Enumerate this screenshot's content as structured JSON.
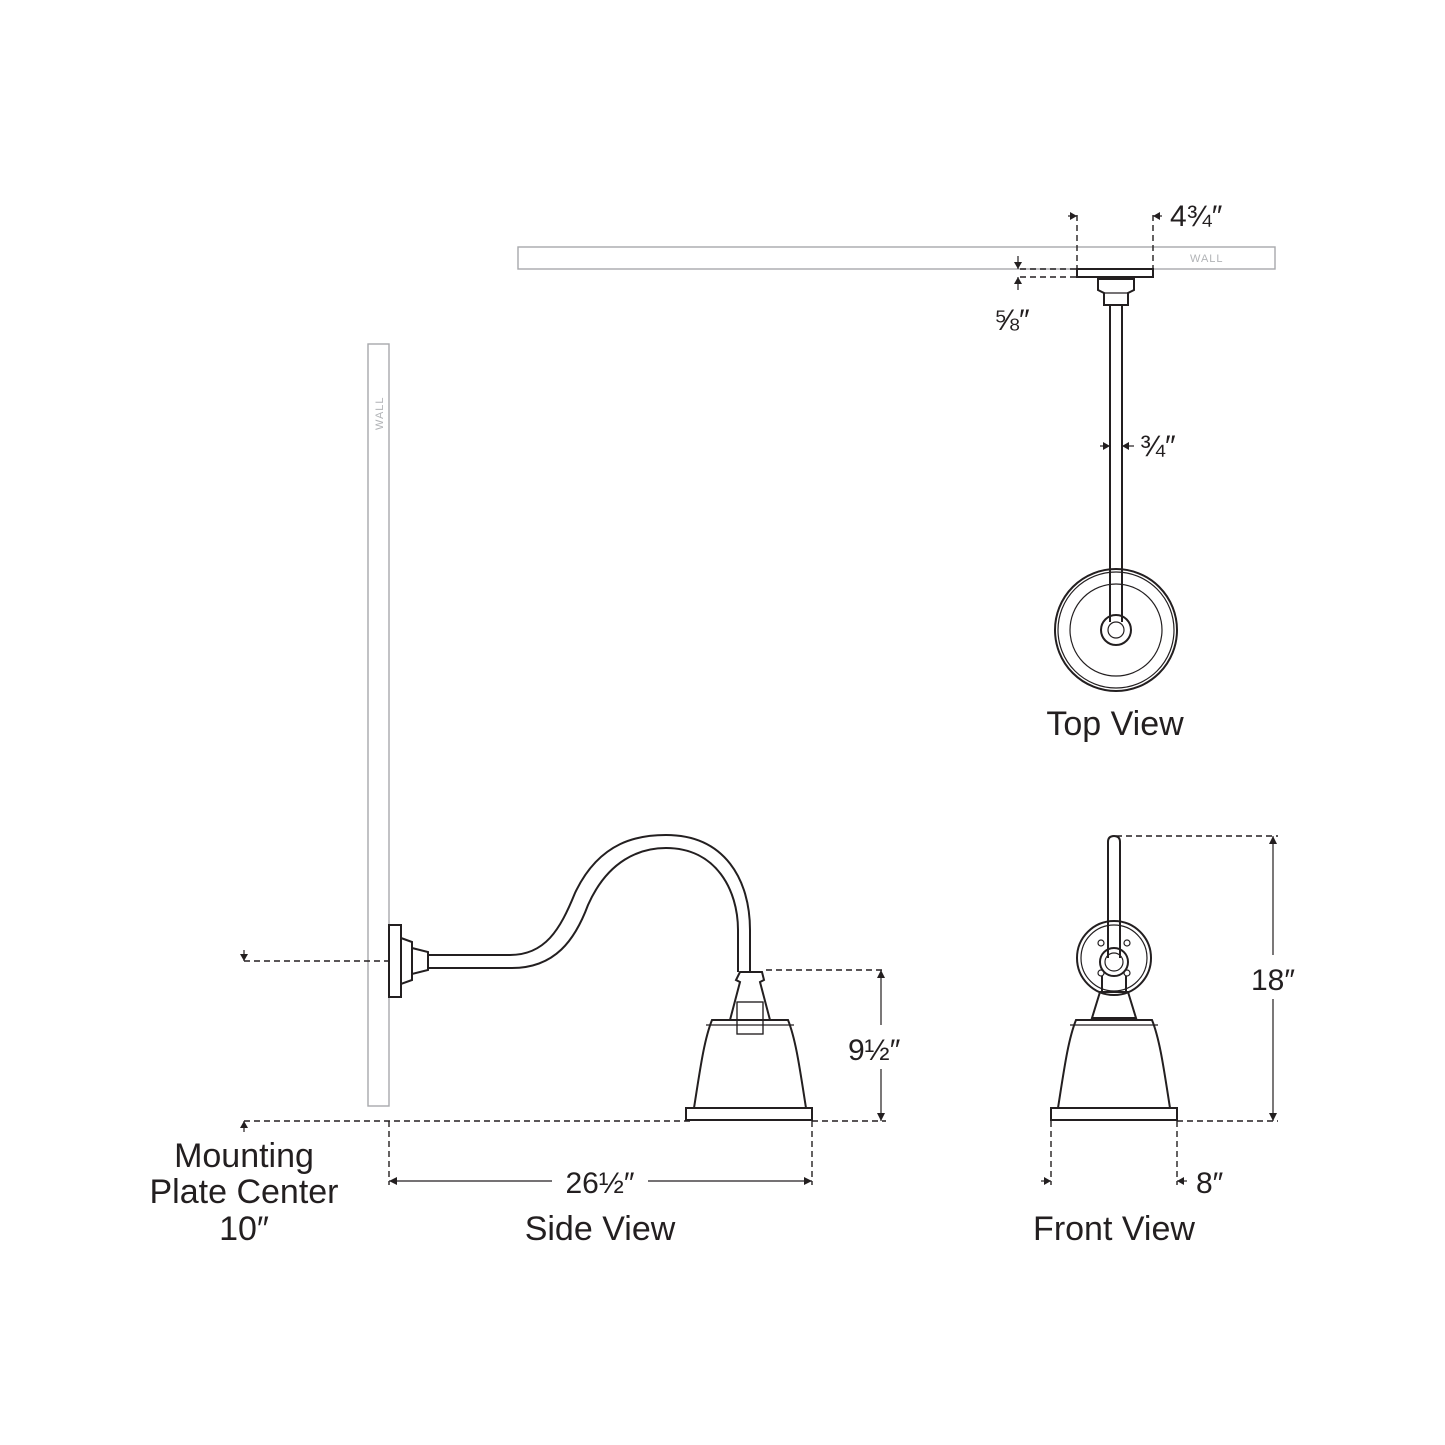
{
  "views": {
    "top": "Top View",
    "side": "Side View",
    "front": "Front View"
  },
  "wall_label": "WALL",
  "dimensions": {
    "top_backplate_width": "4¾″",
    "top_backplate_depth": "⅝″",
    "top_arm_diameter": "¾″",
    "side_shade_height": "9½″",
    "side_extension": "26½″",
    "front_height": "18″",
    "front_width": "8″"
  },
  "mounting": {
    "line1": "Mounting",
    "line2": "Plate Center",
    "value": "10″"
  },
  "colors": {
    "line": "#231f20",
    "wall": "#a7a9ac",
    "background": "#ffffff"
  }
}
